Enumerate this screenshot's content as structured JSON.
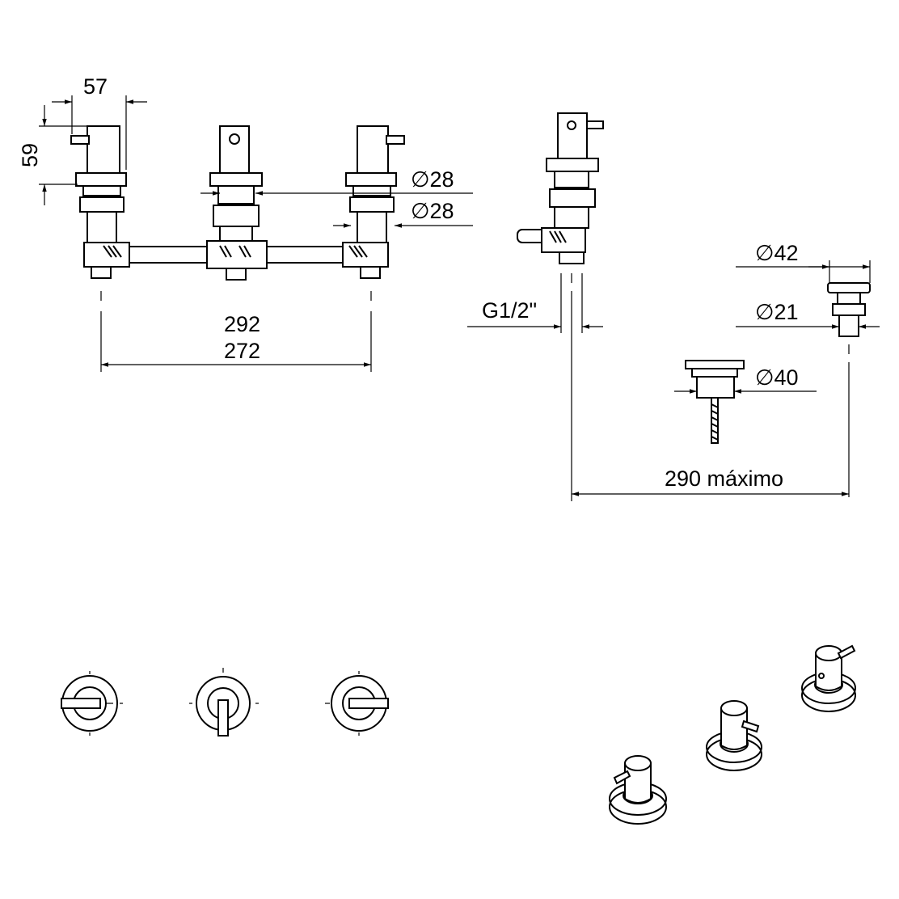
{
  "dimensions": {
    "handle_width": "57",
    "handle_height": "59",
    "diam_escutcheon": "∅28",
    "diam_body": "∅28",
    "spread_max": "292",
    "spread_min": "272",
    "thread": "G1/2\"",
    "diam_drain_top": "∅42",
    "diam_drain_thread": "∅21",
    "diam_popup": "∅40",
    "spout_to_drain": "290 máximo"
  },
  "colors": {
    "line": "#000000",
    "background": "#ffffff"
  }
}
